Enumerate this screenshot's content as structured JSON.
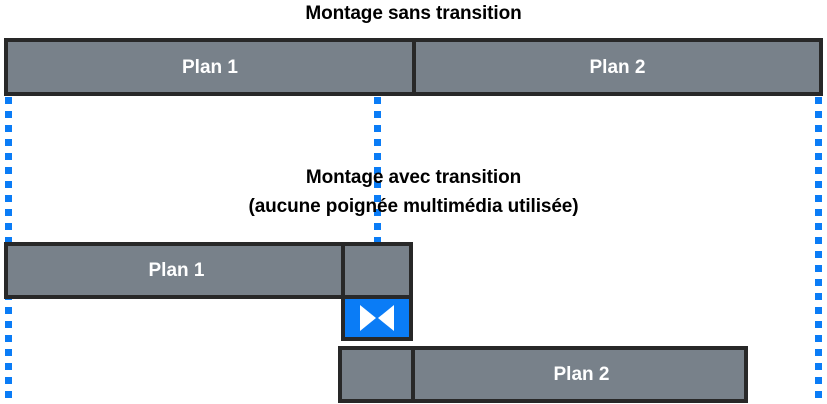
{
  "headings": {
    "top": "Montage sans transition",
    "bottom_line1": "Montage avec transition",
    "bottom_line2": "(aucune poignée multimédia utilisée)"
  },
  "colors": {
    "clip_fill": "#78818a",
    "clip_border": "#282828",
    "transition_fill": "#0a7cf6",
    "guide_line": "#0a7cf6",
    "label_text": "#ffffff",
    "heading_text": "#000000",
    "background": "#ffffff"
  },
  "diagram_top": {
    "name": "Montage sans transition",
    "clips": [
      {
        "label": "Plan 1"
      },
      {
        "label": "Plan 2"
      }
    ]
  },
  "diagram_bottom": {
    "name": "Montage avec transition (aucune poignée multimédia utilisée)",
    "clips": [
      {
        "label": "Plan 1"
      },
      {
        "label": "Plan 2"
      }
    ],
    "transition": {
      "icon": "cross-dissolve-transition-icon",
      "label": ""
    }
  },
  "guides": [
    {
      "name": "start-of-sequence-guide"
    },
    {
      "name": "edit-point-guide"
    },
    {
      "name": "end-of-sequence-guide"
    }
  ]
}
